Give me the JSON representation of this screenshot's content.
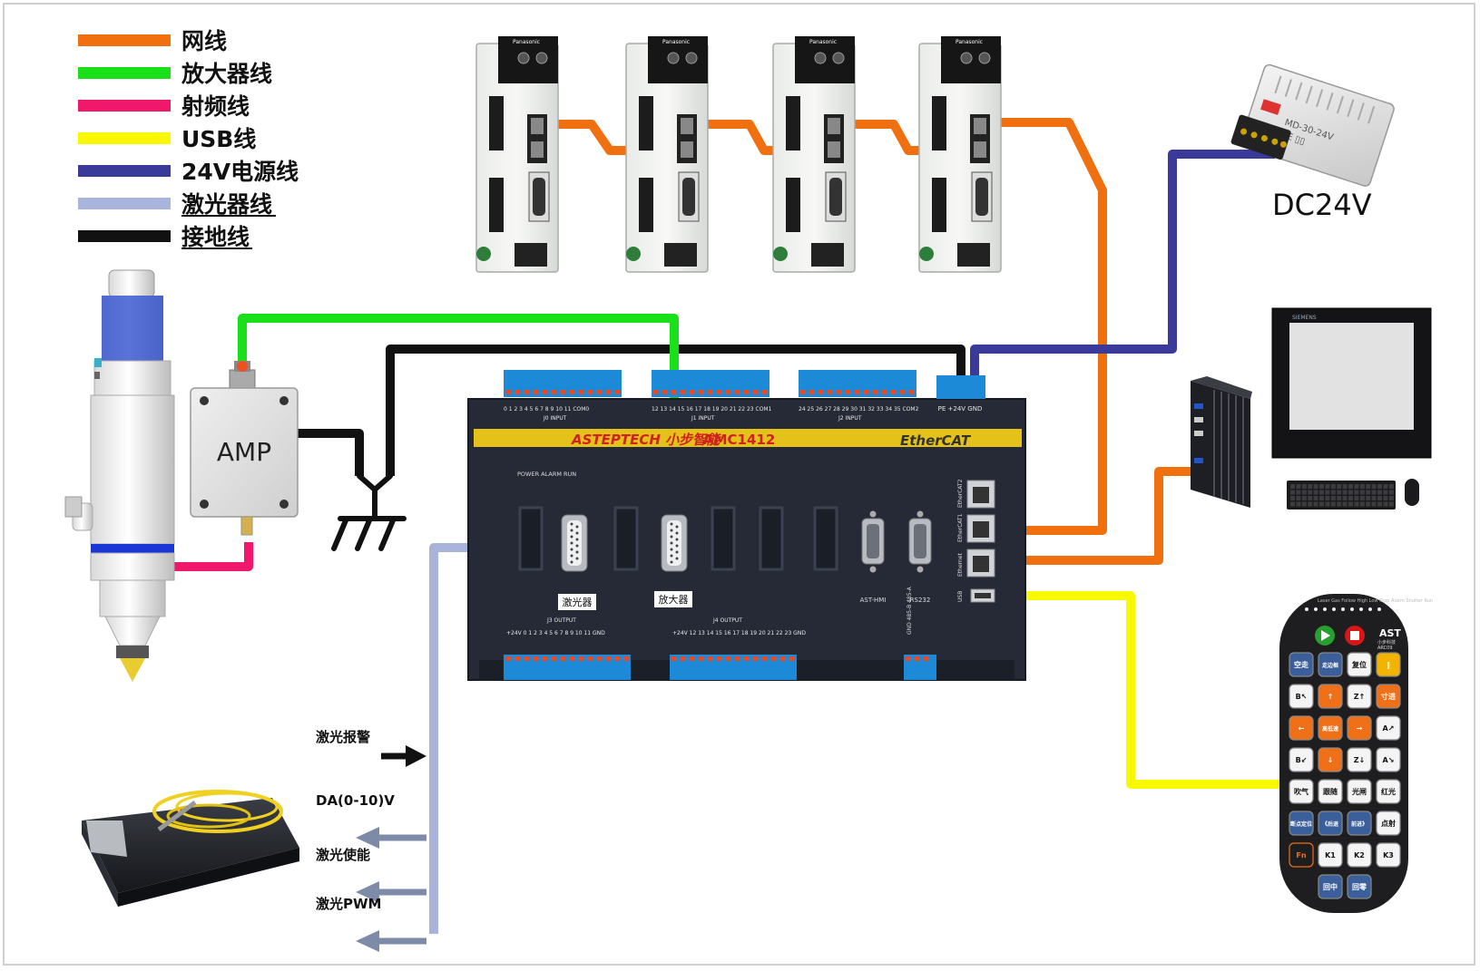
{
  "legend": {
    "items": [
      {
        "label": "网线",
        "color": "#F07010"
      },
      {
        "label": "放大器线",
        "color": "#1AE01A"
      },
      {
        "label": "射频线",
        "color": "#F0186A"
      },
      {
        "label": "USB线",
        "color": "#F8F800"
      },
      {
        "label": "24V电源线",
        "color": "#3A3A9A"
      },
      {
        "label": "激光器线",
        "color": "#A9B4DC"
      },
      {
        "label": "接地线",
        "color": "#111111"
      }
    ]
  },
  "servo": {
    "brand": "Panasonic"
  },
  "power_supply": {
    "label": "DC24V",
    "model": "MD-30-24V"
  },
  "amp": {
    "label": "AMP"
  },
  "controller": {
    "brand": "ASTEPTECH 小步智能",
    "model": "AMC1412",
    "bus": "EtherCAT",
    "status_leds": "POWER  ALARM  RUN",
    "top_blocks": [
      {
        "numbers": "0 1 2 3 4 5 6 7 8 9 10 11 COM0",
        "caption": "J0 INPUT"
      },
      {
        "numbers": "12 13 14 15 16 17 18 19 20 21 22 23 COM1",
        "caption": "J1 INPUT"
      },
      {
        "numbers": "24 25 26 27 28 29 30 31 32 33 34 35 COM2",
        "caption": "J2 INPUT"
      }
    ],
    "power_terminal": "PE +24V GND",
    "bottom_blocks": [
      {
        "numbers": "+24V 0 1 2 3 4 5 6 7 8 9 10 11 GND",
        "caption": "J3 OUTPUT"
      },
      {
        "numbers": "+24V 12 13 14 15 16 17 18 19 20 21 22 23 GND",
        "caption": "J4 OUTPUT"
      }
    ],
    "rs485": "GND 485-B 485-A",
    "port_labels": {
      "laser": "激光器",
      "amplifier": "放大器",
      "hmi": "AST-HMI",
      "rs232": "RS232"
    },
    "eth_labels": [
      "EtherCAT2",
      "EtherCAT1",
      "Ethernet"
    ],
    "usb_label": "USB"
  },
  "laser_signals": [
    {
      "label": "激光报警",
      "direction": "in"
    },
    {
      "label": "DA(0-10)V",
      "direction": "out"
    },
    {
      "label": "激光使能",
      "direction": "out"
    },
    {
      "label": "激光PWM",
      "direction": "out"
    }
  ],
  "monitor": {
    "brand": "SIEMENS"
  },
  "pendant": {
    "brand": "AST",
    "brand_sub": "小步科技",
    "model": "ARC09",
    "top_leds": "Laser  Gas  Follow  High  Low  Stop  Alarm  Shutter  Run",
    "keys": [
      [
        "空走",
        "走边框",
        "复位",
        "‖"
      ],
      [
        "B↖",
        "↑",
        "Z↑",
        "寸进"
      ],
      [
        "←",
        "高低速",
        "→",
        "A↗"
      ],
      [
        "B↙",
        "↓",
        "Z↓",
        "A↘"
      ],
      [
        "吹气",
        "跟随",
        "光闸",
        "红光"
      ],
      [
        "断点定位",
        "《后退",
        "前进》",
        "点射"
      ],
      [
        "Fn",
        "K1",
        "K2",
        "K3"
      ],
      [
        "回中",
        "回零"
      ]
    ]
  }
}
